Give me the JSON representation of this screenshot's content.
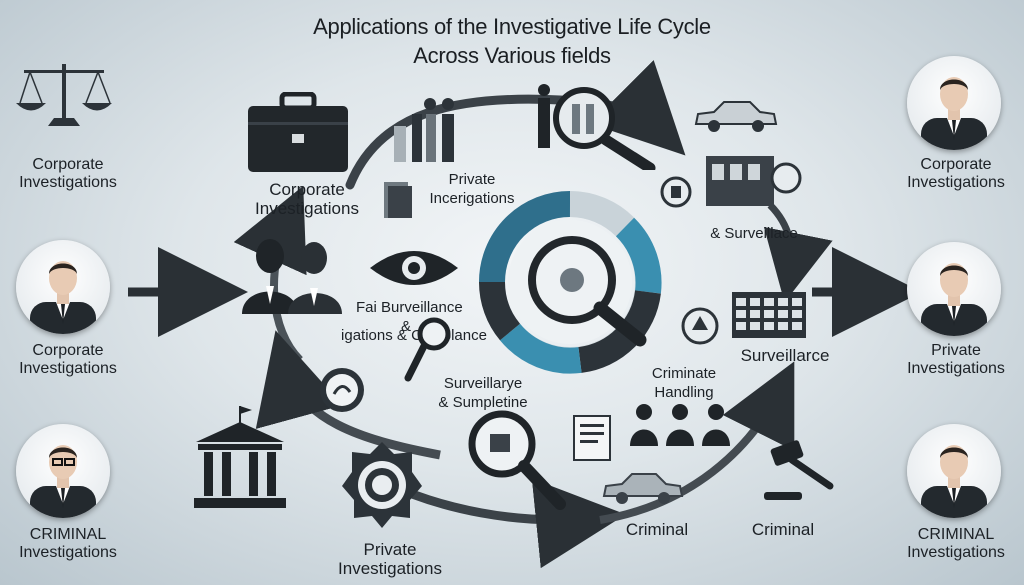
{
  "title": {
    "line1": "Applications of the Investigative Life Cycle",
    "line2": "Across Various fields"
  },
  "left_labels": [
    {
      "line1": "Corporate",
      "line2": "Investigations"
    },
    {
      "line1": "Corporate",
      "line2": "Investigations"
    },
    {
      "line1": "CRIMINAL",
      "line2": "Investigations"
    }
  ],
  "right_labels": [
    {
      "line1": "Corporate",
      "line2": "Investigations"
    },
    {
      "line1": "Private",
      "line2": "Investigations"
    },
    {
      "line1": "CRIMINAL",
      "line2": "Investigations"
    }
  ],
  "center_labels": {
    "corporate": {
      "line1": "Corporate",
      "line2": "Investigations"
    },
    "private_top": {
      "line1": "Private",
      "line2": "Incerigations"
    },
    "fai": {
      "line1": "Fai Burveillance",
      "line2": "&"
    },
    "compliance": "igations & Complance",
    "surveillace": {
      "line1": "Surveillarye",
      "line2": "& Sumpletine"
    },
    "surv_right_small": "& Surveillace",
    "surv_right": "Surveillarce",
    "criminate": {
      "line1": "Criminate",
      "line2": "Handling"
    },
    "criminal_center": "Criminal",
    "criminal_right": "Criminal",
    "private_bottom": {
      "line1": "Private",
      "line2": "Investigations"
    }
  },
  "icons": [
    "scales-icon",
    "briefcase-icon",
    "people-icon",
    "magnifier-icon",
    "car-icon",
    "building-icon",
    "eye-icon",
    "courthouse-icon",
    "badge-icon",
    "gavel-icon",
    "document-icon",
    "calendar-icon",
    "flow-arrow-icon"
  ],
  "colors": {
    "accent_blue": "#3a8fb0",
    "dark_slate": "#2c3339",
    "background": "#dfe6ea"
  }
}
